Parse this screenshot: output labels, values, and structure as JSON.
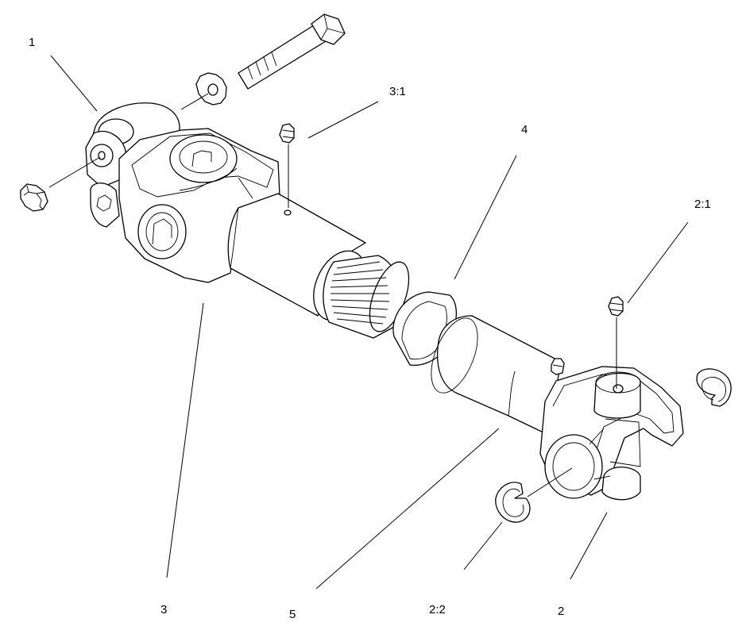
{
  "labels": {
    "c1": "1",
    "c31": "3:1",
    "c4": "4",
    "c21": "2:1",
    "c3": "3",
    "c5": "5",
    "c22": "2:2",
    "c2": "2"
  },
  "colors": {
    "line": "#000000",
    "background": "#ffffff"
  }
}
